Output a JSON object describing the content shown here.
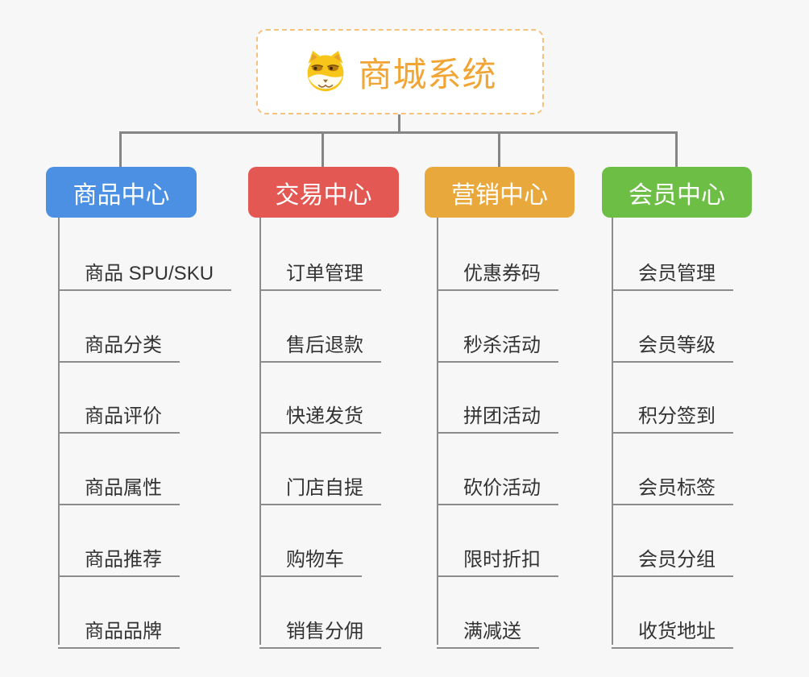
{
  "canvas": {
    "background": "#F7F7F7",
    "connector_color": "#858585"
  },
  "root": {
    "label": "商城系统",
    "icon": "doge-icon",
    "text_color": "#F0A534",
    "border_color": "#F4C27E",
    "background": "#FFFFFF"
  },
  "branches": [
    {
      "id": "product-center",
      "label": "商品中心",
      "color": "#4B90E2",
      "children": [
        "商品 SPU/SKU",
        "商品分类",
        "商品评价",
        "商品属性",
        "商品推荐",
        "商品品牌"
      ]
    },
    {
      "id": "trade-center",
      "label": "交易中心",
      "color": "#E45853",
      "children": [
        "订单管理",
        "售后退款",
        "快递发货",
        "门店自提",
        "购物车",
        "销售分佣"
      ]
    },
    {
      "id": "marketing-center",
      "label": "营销中心",
      "color": "#E9A83C",
      "children": [
        "优惠券码",
        "秒杀活动",
        "拼团活动",
        "砍价活动",
        "限时折扣",
        "满减送"
      ]
    },
    {
      "id": "member-center",
      "label": "会员中心",
      "color": "#6CBE45",
      "children": [
        "会员管理",
        "会员等级",
        "积分签到",
        "会员标签",
        "会员分组",
        "收货地址"
      ]
    }
  ],
  "child_text_color": "#333333"
}
